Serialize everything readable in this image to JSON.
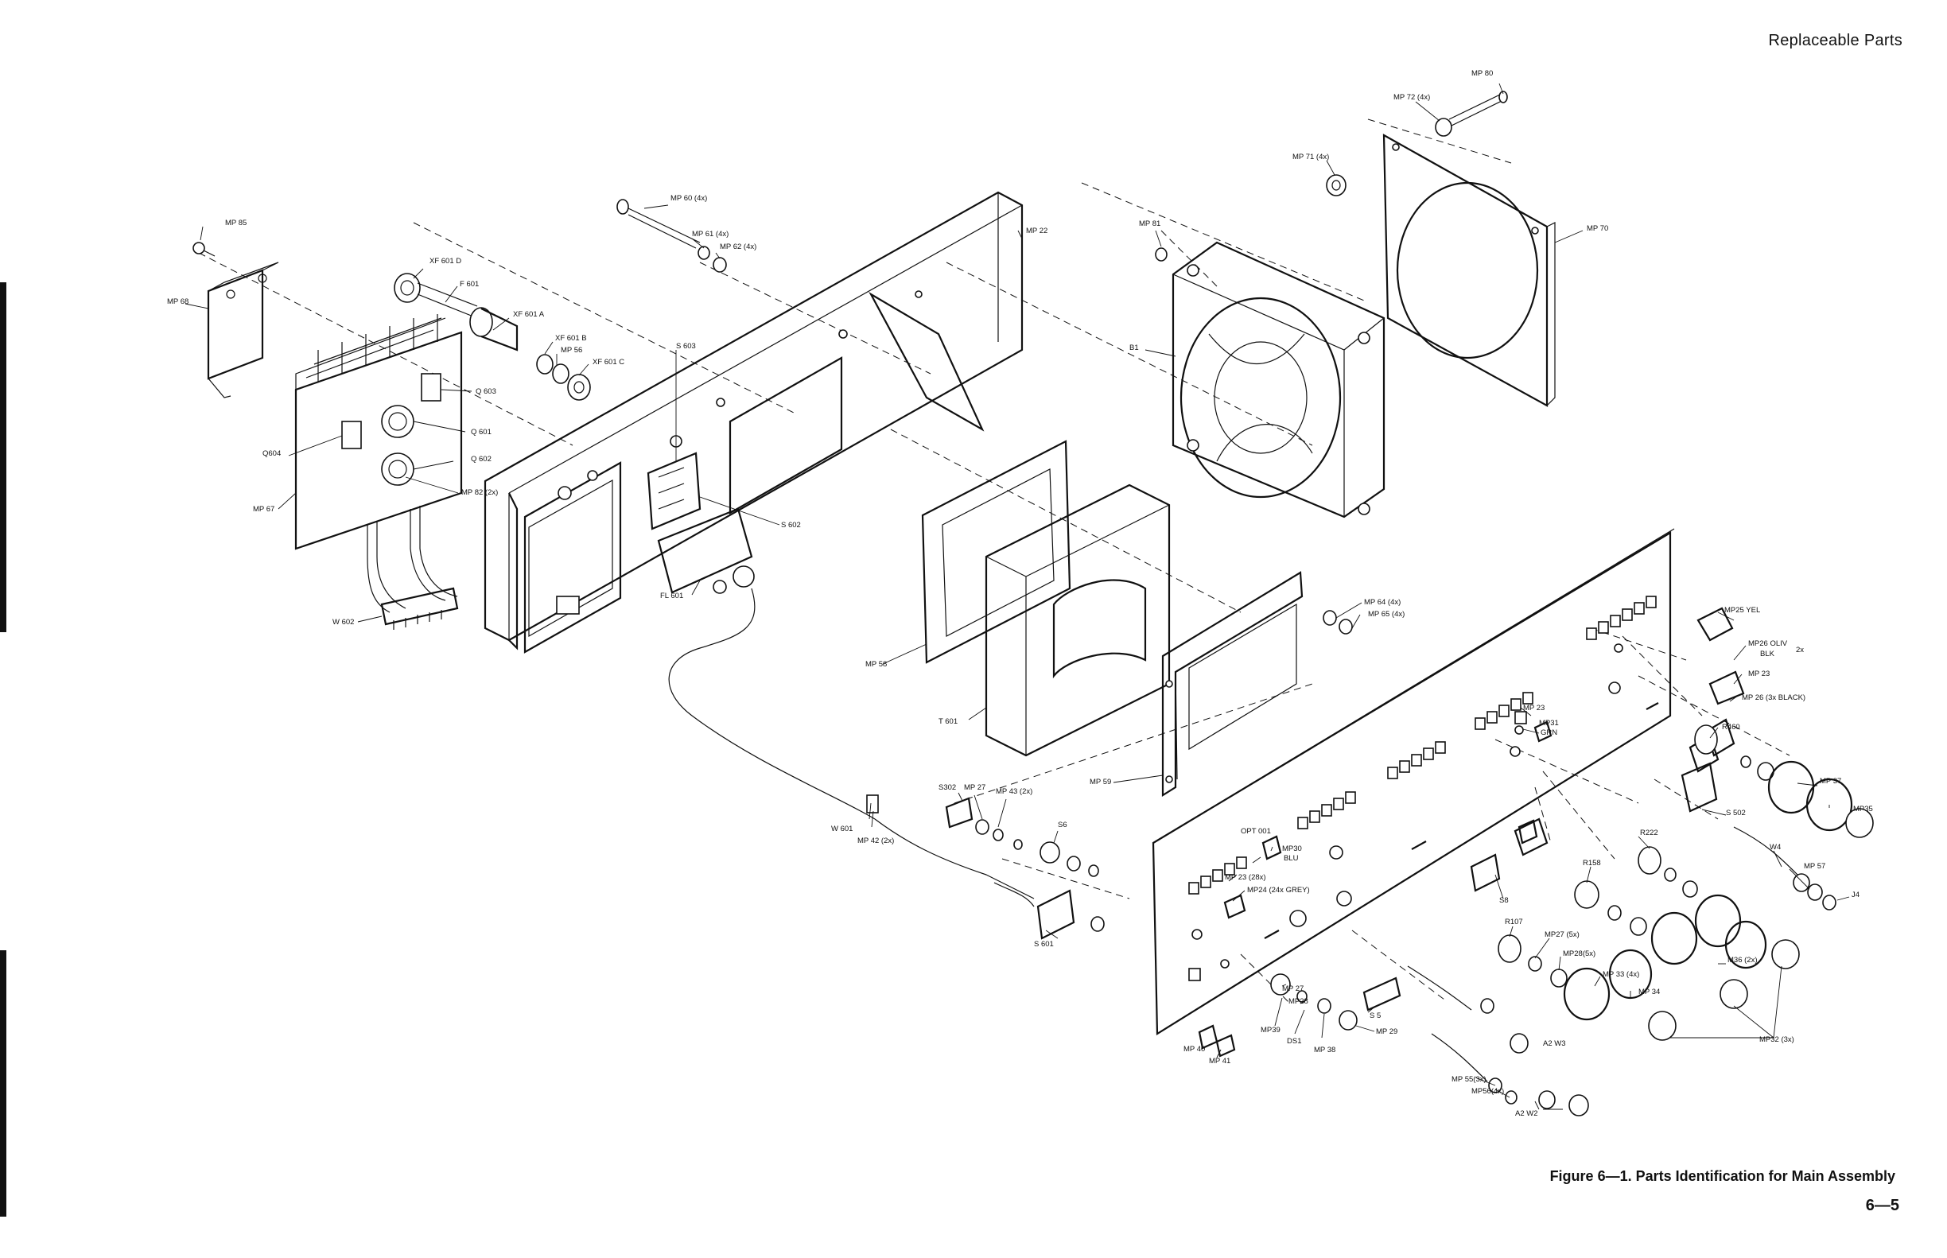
{
  "header": {
    "section": "Replaceable Parts"
  },
  "figure": {
    "caption": "Figure 6—1. Parts Identification for Main Assembly",
    "page_number": "6—5"
  },
  "callouts": [
    {
      "id": "mp80",
      "text": "MP 80"
    },
    {
      "id": "mp72",
      "text": "MP 72 (4x)"
    },
    {
      "id": "mp71",
      "text": "MP 71 (4x)"
    },
    {
      "id": "mp81",
      "text": "MP 81"
    },
    {
      "id": "mp70",
      "text": "MP 70"
    },
    {
      "id": "b1",
      "text": "B1"
    },
    {
      "id": "mp60",
      "text": "MP 60 (4x)"
    },
    {
      "id": "mp61",
      "text": "MP 61 (4x)"
    },
    {
      "id": "mp62",
      "text": "MP 62 (4x)"
    },
    {
      "id": "mp22",
      "text": "MP 22"
    },
    {
      "id": "mp85",
      "text": "MP 85"
    },
    {
      "id": "xf601d",
      "text": "XF 601 D"
    },
    {
      "id": "f601",
      "text": "F 601"
    },
    {
      "id": "xf601a",
      "text": "XF 601 A"
    },
    {
      "id": "xf601b",
      "text": "XF 601 B"
    },
    {
      "id": "mp56top",
      "text": "MP 56"
    },
    {
      "id": "xf601c",
      "text": "XF 601 C"
    },
    {
      "id": "mp68",
      "text": "MP 68"
    },
    {
      "id": "q603",
      "text": "Q 603"
    },
    {
      "id": "q601",
      "text": "Q 601"
    },
    {
      "id": "q602",
      "text": "Q 602"
    },
    {
      "id": "q604",
      "text": "Q604"
    },
    {
      "id": "mp82",
      "text": "MP 82 (2x)"
    },
    {
      "id": "mp67",
      "text": "MP 67"
    },
    {
      "id": "s603",
      "text": "S 603"
    },
    {
      "id": "s602",
      "text": "S 602"
    },
    {
      "id": "fl601",
      "text": "FL 601"
    },
    {
      "id": "w602",
      "text": "W 602"
    },
    {
      "id": "mp58",
      "text": "MP 58"
    },
    {
      "id": "t601",
      "text": "T 601"
    },
    {
      "id": "mp64",
      "text": "MP 64 (4x)"
    },
    {
      "id": "mp65",
      "text": "MP 65 (4x)"
    },
    {
      "id": "mp59",
      "text": "MP 59"
    },
    {
      "id": "mp25",
      "text": "MP25 YEL"
    },
    {
      "id": "mp26",
      "text": "MP26 OLIV"
    },
    {
      "id": "blk",
      "text": "BLK"
    },
    {
      "id": "twox",
      "text": "2x"
    },
    {
      "id": "mp23a",
      "text": "MP 23"
    },
    {
      "id": "mp26b",
      "text": "MP 26 (3x BLACK)"
    },
    {
      "id": "r460",
      "text": "R460"
    },
    {
      "id": "mp23b",
      "text": "MP 23"
    },
    {
      "id": "mp31",
      "text": "MP31"
    },
    {
      "id": "grn",
      "text": "GRN"
    },
    {
      "id": "mp37",
      "text": "MP 37"
    },
    {
      "id": "mp35",
      "text": "MP35"
    },
    {
      "id": "s502",
      "text": "S 502"
    },
    {
      "id": "r222",
      "text": "R222"
    },
    {
      "id": "w4",
      "text": "W4"
    },
    {
      "id": "mp57",
      "text": "MP 57"
    },
    {
      "id": "j4",
      "text": "J4"
    },
    {
      "id": "r158",
      "text": "R158"
    },
    {
      "id": "s8",
      "text": "S8"
    },
    {
      "id": "r107",
      "text": "R107"
    },
    {
      "id": "mp27a",
      "text": "MP27 (5x)"
    },
    {
      "id": "mp28a",
      "text": "MP28(5x)"
    },
    {
      "id": "m36",
      "text": "M36 (2x)"
    },
    {
      "id": "mp33",
      "text": "MP 33 (4x)"
    },
    {
      "id": "mp34",
      "text": "MP 34"
    },
    {
      "id": "mp32",
      "text": "MP32 (3x)"
    },
    {
      "id": "opt001",
      "text": "OPT 001"
    },
    {
      "id": "mp30",
      "text": "MP30"
    },
    {
      "id": "blu",
      "text": "BLU"
    },
    {
      "id": "mp23c",
      "text": "MP 23 (28x)"
    },
    {
      "id": "mp24",
      "text": "MP24 (24x GREY)"
    },
    {
      "id": "s302",
      "text": "S302"
    },
    {
      "id": "mp27b",
      "text": "MP 27"
    },
    {
      "id": "mp43",
      "text": "MP 43 (2x)"
    },
    {
      "id": "s6",
      "text": "S6"
    },
    {
      "id": "w601",
      "text": "W 601"
    },
    {
      "id": "mp42",
      "text": "MP 42 (2x)"
    },
    {
      "id": "s601",
      "text": "S 601"
    },
    {
      "id": "mp27c",
      "text": "MP 27"
    },
    {
      "id": "mp28b",
      "text": "MP28"
    },
    {
      "id": "s5",
      "text": "S 5"
    },
    {
      "id": "mp29",
      "text": "MP 29"
    },
    {
      "id": "mp39",
      "text": "MP39"
    },
    {
      "id": "ds1",
      "text": "DS1"
    },
    {
      "id": "mp38",
      "text": "MP 38"
    },
    {
      "id": "mp40",
      "text": "MP 40"
    },
    {
      "id": "mp41",
      "text": "MP 41"
    },
    {
      "id": "a2w3",
      "text": "A2 W3"
    },
    {
      "id": "mp55",
      "text": "MP 55(3x)"
    },
    {
      "id": "mp56b",
      "text": "MP56(4x)"
    },
    {
      "id": "a2w2",
      "text": "A2 W2"
    }
  ]
}
